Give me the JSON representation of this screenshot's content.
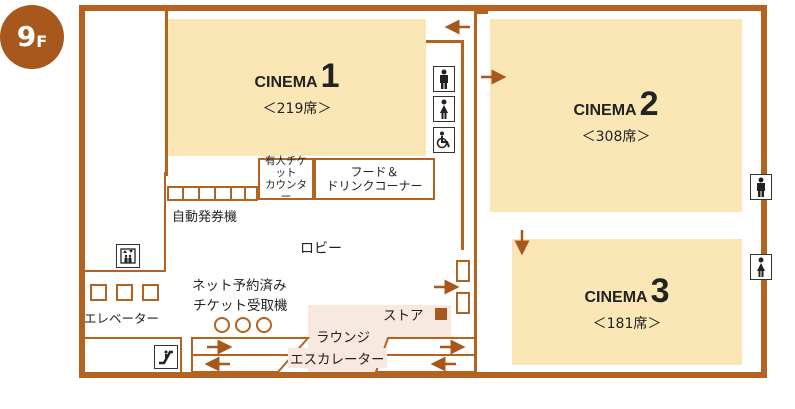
{
  "floor": {
    "number": "9",
    "suffix": "F"
  },
  "cinemas": [
    {
      "name": "CINEMA",
      "number": "1",
      "seats": "＜219席＞"
    },
    {
      "name": "CINEMA",
      "number": "2",
      "seats": "＜308席＞"
    },
    {
      "name": "CINEMA",
      "number": "3",
      "seats": "＜181席＞"
    }
  ],
  "labels": {
    "ticket_counter": [
      "有人チケット",
      "カウンター"
    ],
    "food_corner": [
      "フード＆",
      "ドリンクコーナー"
    ],
    "ticket_machine": "自動発券機",
    "lobby": "ロビー",
    "net_ticket": [
      "ネット予約済み",
      "チケット受取機"
    ],
    "store": "ストア",
    "lounge": "ラウンジ",
    "escalator": "エスカレーター",
    "elevator": "エレベーター"
  },
  "icons": {
    "male_toilet": "male-toilet-icon",
    "female_toilet": "female-toilet-icon",
    "accessible_toilet": "wheelchair-icon",
    "elevator_sign": "elevator-icon",
    "escalator_sign": "escalator-icon"
  },
  "colors": {
    "brown": "#b3631f",
    "badge": "#a8581c",
    "cinema_fill": "#fbe6b5",
    "lounge_fill": "#f7e8e0"
  }
}
